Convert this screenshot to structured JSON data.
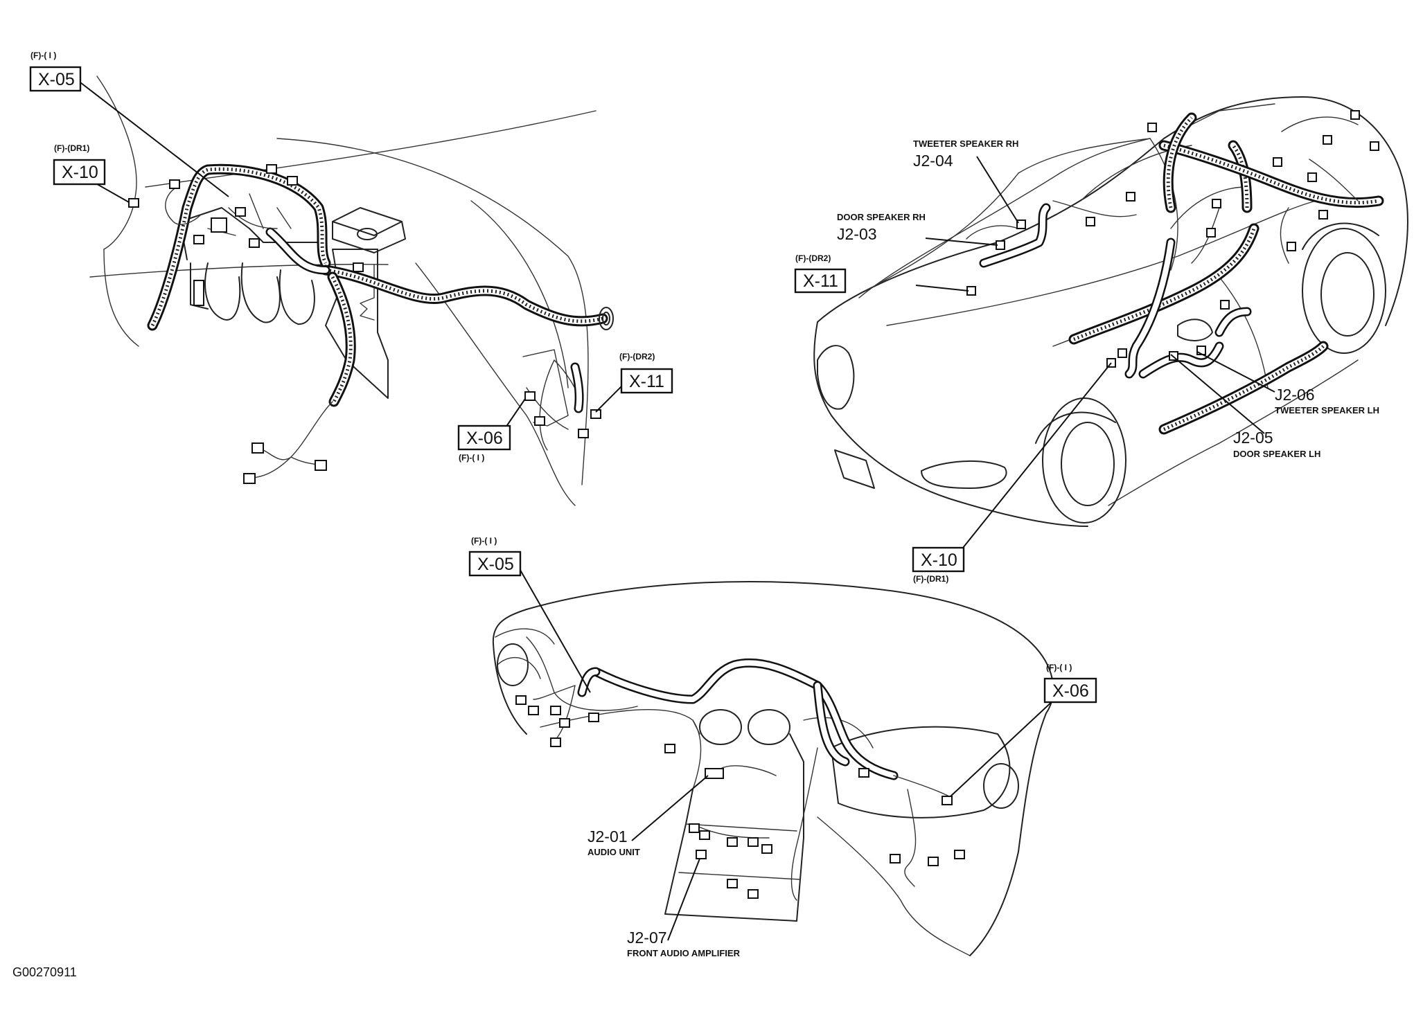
{
  "figure_id": "G00270911",
  "views": {
    "engine_bay": {
      "labels": [
        {
          "code": "X-05",
          "location": "(F)-( I )"
        },
        {
          "code": "X-10",
          "location": "(F)-(DR1)"
        },
        {
          "code": "X-11",
          "location": "(F)-(DR2)"
        },
        {
          "code": "X-06",
          "location": "(F)-( I )"
        }
      ]
    },
    "vehicle": {
      "labels": [
        {
          "code": "X-11",
          "location": "(F)-(DR2)"
        },
        {
          "code": "X-10",
          "location": "(F)-(DR1)"
        }
      ],
      "components": [
        {
          "code": "J2-04",
          "name": "TWEETER SPEAKER RH"
        },
        {
          "code": "J2-03",
          "name": "DOOR SPEAKER RH"
        },
        {
          "code": "J2-06",
          "name": "TWEETER SPEAKER LH"
        },
        {
          "code": "J2-05",
          "name": "DOOR SPEAKER LH"
        }
      ]
    },
    "dashboard": {
      "labels": [
        {
          "code": "X-05",
          "location": "(F)-( I )"
        },
        {
          "code": "X-06",
          "location": "(F)-( I )"
        }
      ],
      "components": [
        {
          "code": "J2-01",
          "name": "AUDIO UNIT"
        },
        {
          "code": "J2-07",
          "name": "FRONT AUDIO AMPLIFIER"
        }
      ]
    }
  }
}
